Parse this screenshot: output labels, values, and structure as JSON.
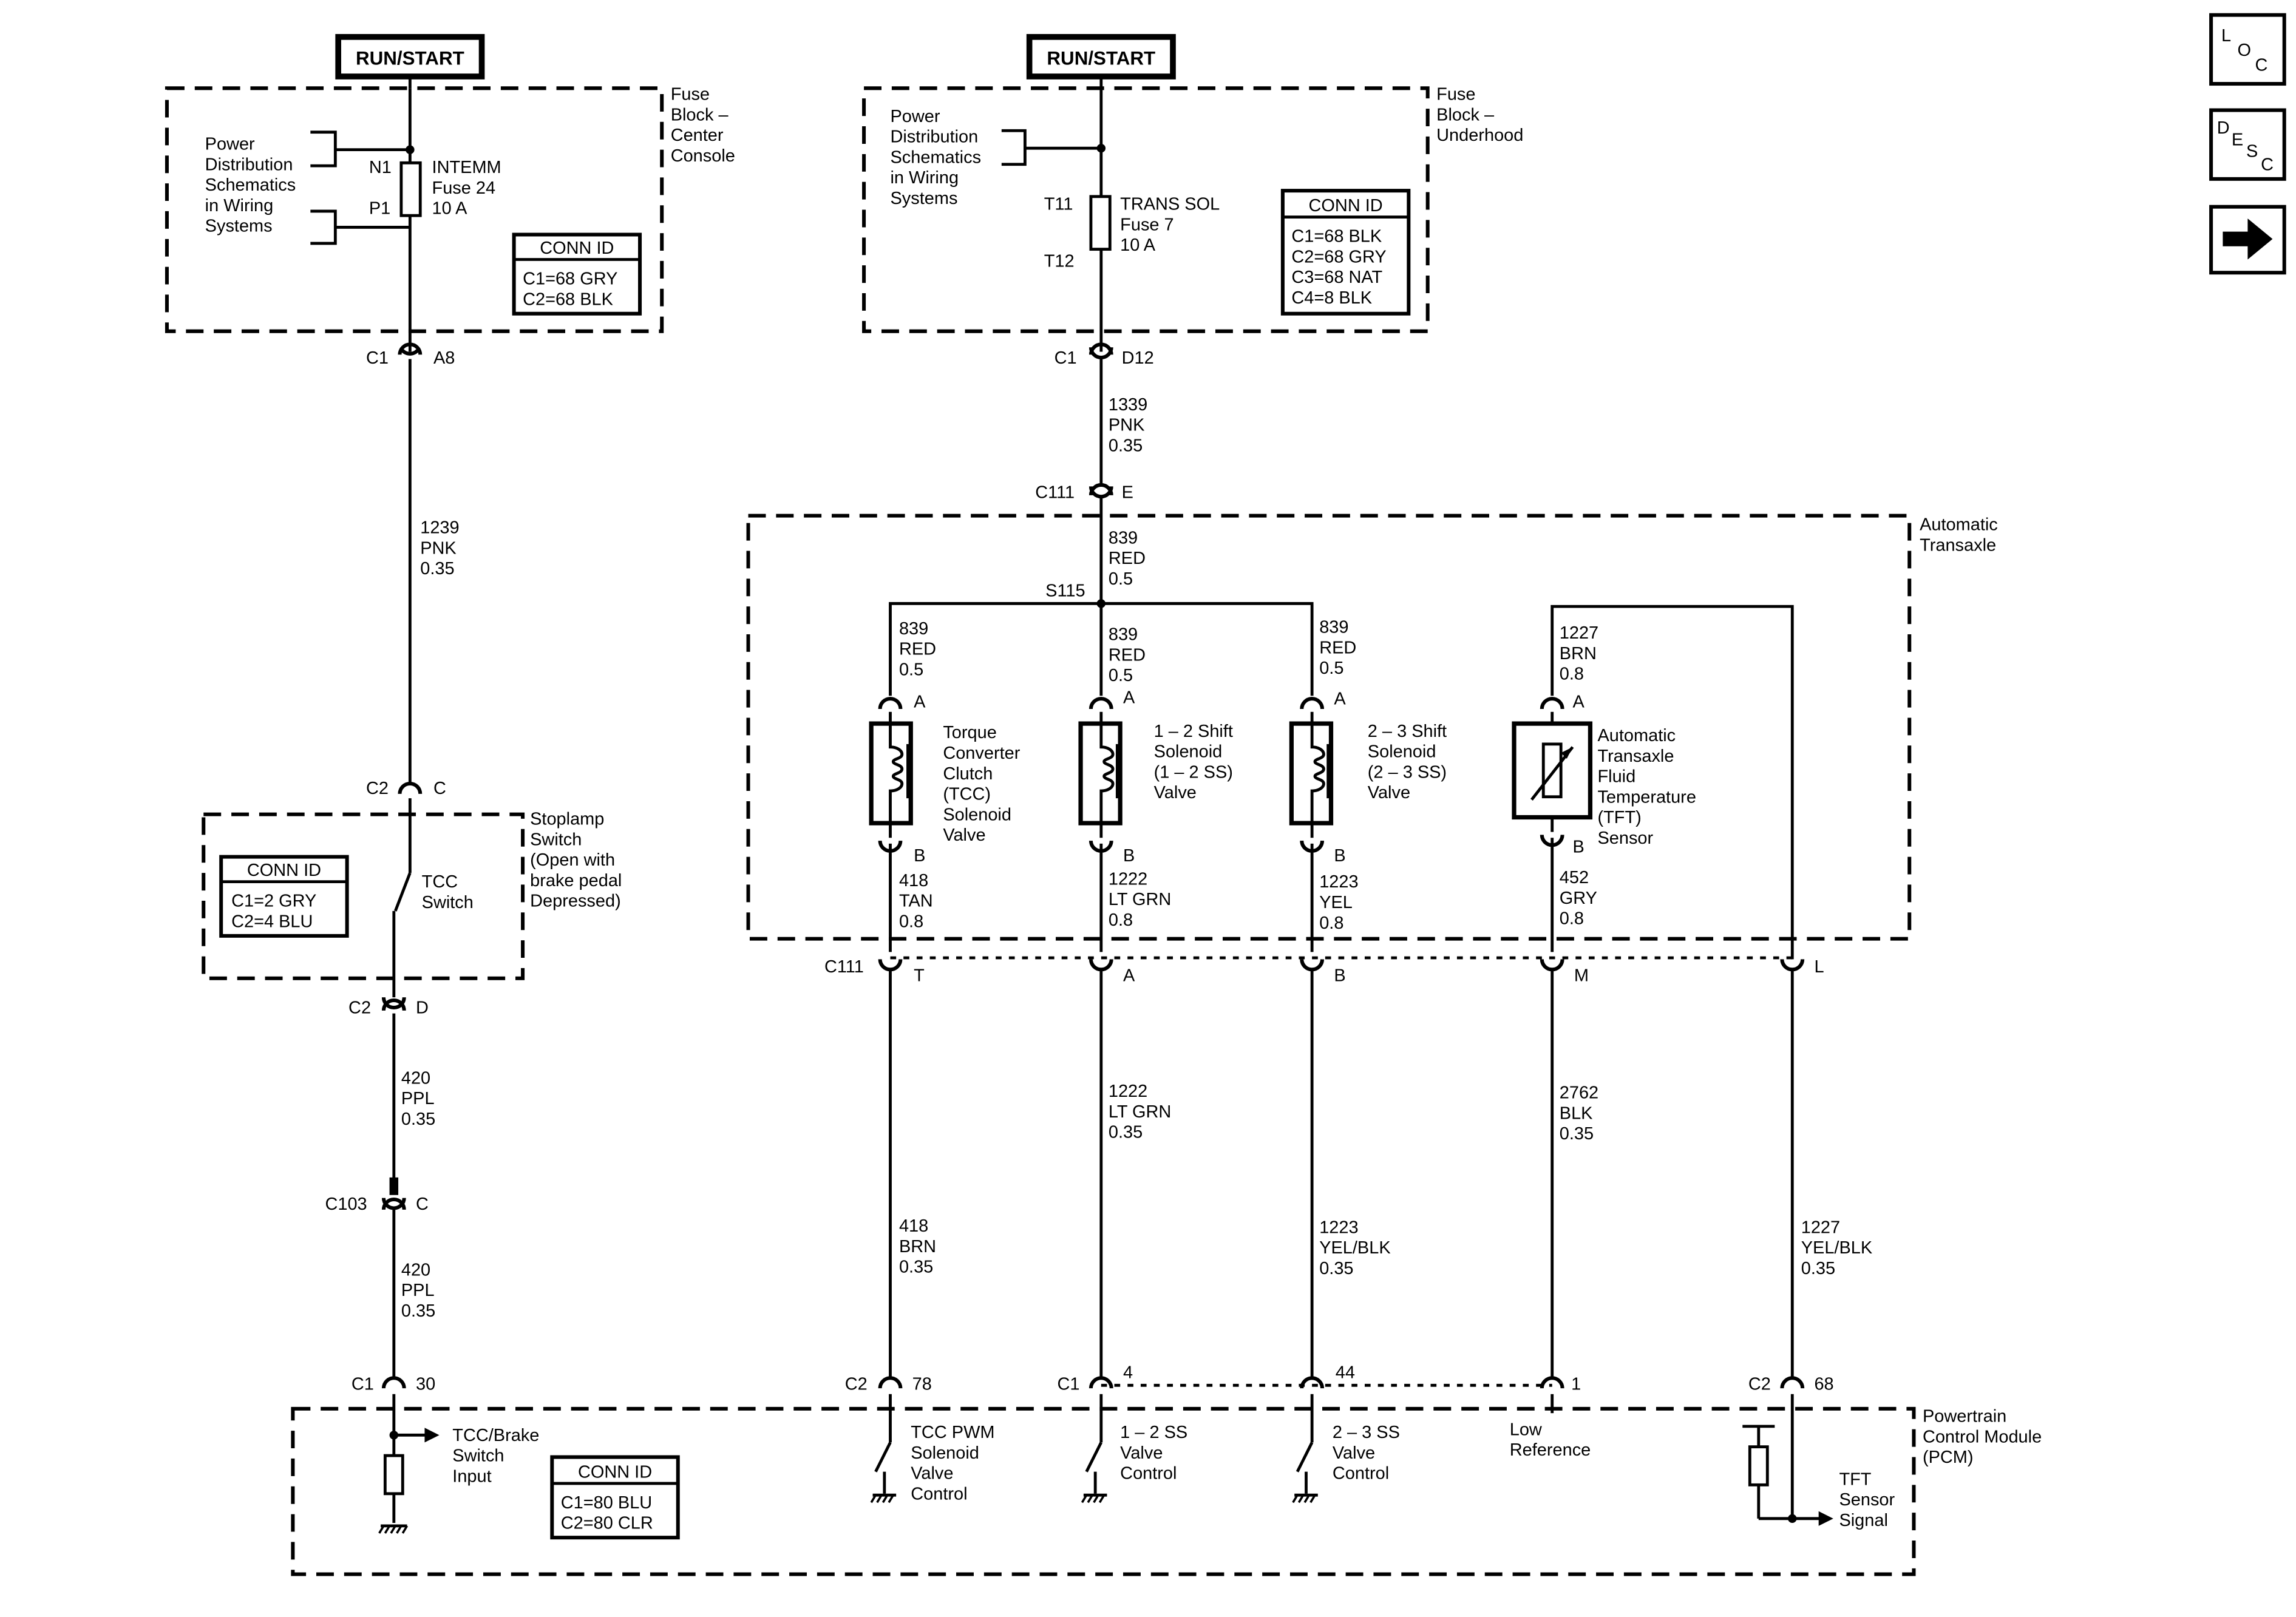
{
  "power": {
    "left_run_start": "RUN/START",
    "right_run_start": "RUN/START"
  },
  "fuse_block_center": {
    "title": [
      "Fuse",
      "Block –",
      "Center",
      "Console"
    ],
    "pds_ref": [
      "Power",
      "Distribution",
      "Schematics",
      "in Wiring",
      "Systems"
    ],
    "pin_in": "N1",
    "pin_out": "P1",
    "fuse_label": [
      "INTEMM",
      "Fuse 24",
      "10 A"
    ],
    "conn_title": "CONN ID",
    "conn_rows": [
      "C1=68 GRY",
      "C2=68 BLK"
    ]
  },
  "fuse_block_underhood": {
    "title": [
      "Fuse",
      "Block –",
      "Underhood"
    ],
    "pds_ref": [
      "Power",
      "Distribution",
      "Schematics",
      "in Wiring",
      "Systems"
    ],
    "pin_in": "T11",
    "pin_out": "T12",
    "fuse_label": [
      "TRANS SOL",
      "Fuse 7",
      "10 A"
    ],
    "conn_title": "CONN ID",
    "conn_rows": [
      "C1=68 BLK",
      "C2=68 GRY",
      "C3=68 NAT",
      "C4=8 BLK"
    ]
  },
  "connectors": {
    "c1_a8": [
      "C1",
      "A8"
    ],
    "c1_d12": [
      "C1",
      "D12"
    ],
    "c111_e": [
      "C111",
      "E"
    ],
    "c2_c": [
      "C2",
      "C"
    ],
    "c2_d": [
      "C2",
      "D"
    ],
    "c103_c": [
      "C103",
      "C"
    ],
    "c111_row": [
      "C111",
      "T",
      "A",
      "B",
      "M",
      "L"
    ],
    "pcm_c1_30": [
      "C1",
      "30"
    ],
    "pcm_c2_78": [
      "C2",
      "78"
    ],
    "pcm_c1_4": [
      "C1",
      "4"
    ],
    "pcm_44": "44",
    "pcm_1": "1",
    "pcm_c2_68": [
      "C2",
      "68"
    ],
    "pin_a": "A",
    "pin_b": "B"
  },
  "wires": {
    "w1239": [
      "1239",
      "PNK",
      "0.35"
    ],
    "w1339": [
      "1339",
      "PNK",
      "0.35"
    ],
    "w839_main": [
      "839",
      "RED",
      "0.5"
    ],
    "splice": "S115",
    "w839_tcc": [
      "839",
      "RED",
      "0.5"
    ],
    "w839_12": [
      "839",
      "RED",
      "0.5"
    ],
    "w839_23": [
      "839",
      "RED",
      "0.5"
    ],
    "w1227_brn": [
      "1227",
      "BRN",
      "0.8"
    ],
    "w418_tan": [
      "418",
      "TAN",
      "0.8"
    ],
    "w1222_in": [
      "1222",
      "LT GRN",
      "0.8"
    ],
    "w1223_in": [
      "1223",
      "YEL",
      "0.8"
    ],
    "w452": [
      "452",
      "GRY",
      "0.8"
    ],
    "w420_a": [
      "420",
      "PPL",
      "0.35"
    ],
    "w420_b": [
      "420",
      "PPL",
      "0.35"
    ],
    "w1222_out": [
      "1222",
      "LT GRN",
      "0.35"
    ],
    "w2762": [
      "2762",
      "BLK",
      "0.35"
    ],
    "w418_brn": [
      "418",
      "BRN",
      "0.35"
    ],
    "w1223_out": [
      "1223",
      "YEL/BLK",
      "0.35"
    ],
    "w1227_out": [
      "1227",
      "YEL/BLK",
      "0.35"
    ]
  },
  "stoplamp": {
    "title": [
      "Stoplamp",
      "Switch",
      "(Open with",
      "brake pedal",
      "Depressed)"
    ],
    "switch_label": [
      "TCC",
      "Switch"
    ],
    "conn_title": "CONN ID",
    "conn_rows": [
      "C1=2 GRY",
      "C2=4 BLU"
    ]
  },
  "transaxle": {
    "title": [
      "Automatic",
      "Transaxle"
    ],
    "tcc_valve": [
      "Torque",
      "Converter",
      "Clutch",
      "(TCC)",
      "Solenoid",
      "Valve"
    ],
    "ss12_valve": [
      "1 – 2 Shift",
      "Solenoid",
      "(1 – 2 SS)",
      "Valve"
    ],
    "ss23_valve": [
      "2 – 3 Shift",
      "Solenoid",
      "(2 – 3 SS)",
      "Valve"
    ],
    "tft_sensor": [
      "Automatic",
      "Transaxle",
      "Fluid",
      "Temperature",
      "(TFT)",
      "Sensor"
    ]
  },
  "pcm": {
    "title": [
      "Powertrain",
      "Control Module",
      "(PCM)"
    ],
    "tcc_brake_input": [
      "TCC/Brake",
      "Switch",
      "Input"
    ],
    "tcc_pwm": [
      "TCC PWM",
      "Solenoid",
      "Valve",
      "Control"
    ],
    "ss12_ctrl": [
      "1 – 2 SS",
      "Valve",
      "Control"
    ],
    "ss23_ctrl": [
      "2 – 3 SS",
      "Valve",
      "Control"
    ],
    "low_ref": [
      "Low",
      "Reference"
    ],
    "tft_signal": [
      "TFT",
      "Sensor",
      "Signal"
    ],
    "conn_title": "CONN ID",
    "conn_rows": [
      "C1=80 BLU",
      "C2=80 CLR"
    ]
  },
  "nav": {
    "loc": [
      "L",
      "O",
      "C"
    ],
    "desc": [
      "D",
      "E",
      "S",
      "C"
    ],
    "next_icon": "arrow-right-icon"
  }
}
